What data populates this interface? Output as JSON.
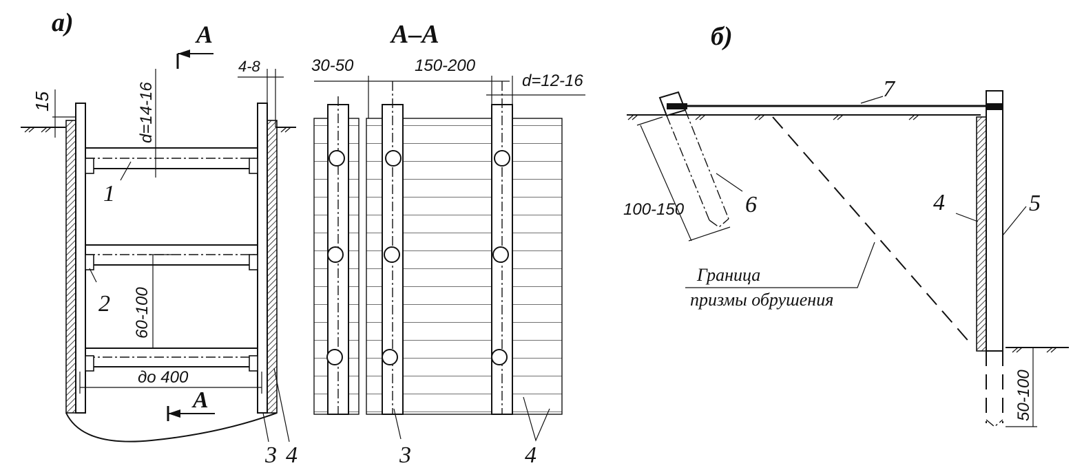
{
  "panels": {
    "a": {
      "title": "а)",
      "section_mark_top": "A",
      "section_mark_bottom": "A",
      "dims": {
        "top_offset": "15",
        "gap": "4-8",
        "strut_diameter": "d=14-16",
        "strut_spacing": "60-100",
        "width": "до 400"
      },
      "callouts": {
        "strut": "1",
        "cleat": "2",
        "post": "3",
        "board": "4"
      }
    },
    "section": {
      "title": "А–А",
      "dims": {
        "edge": "30-50",
        "spacing": "150-200",
        "diameter": "d=12-16"
      },
      "callouts": {
        "post": "3",
        "board": "4"
      }
    },
    "b": {
      "title": "б)",
      "dims": {
        "anchor_depth": "100-150",
        "post_depth": "50-100"
      },
      "callouts": {
        "anchor": "6",
        "rod": "7",
        "board": "4",
        "post": "5"
      },
      "note_line1": "Граница",
      "note_line2": "призмы обрушения"
    }
  }
}
